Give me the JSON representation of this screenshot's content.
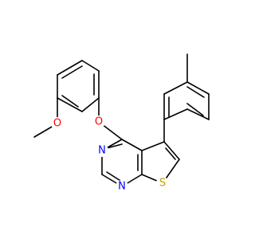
{
  "structure": {
    "atoms": {
      "methoxy_o": {
        "symbol": "O",
        "color": "#ff0000"
      },
      "ether_o": {
        "symbol": "O",
        "color": "#ff0000"
      },
      "n3": {
        "symbol": "N",
        "color": "#0000ff"
      },
      "n1": {
        "symbol": "N",
        "color": "#0000ff"
      },
      "s": {
        "symbol": "S",
        "color": "#b8a000"
      }
    },
    "bond_color": "#000000"
  }
}
